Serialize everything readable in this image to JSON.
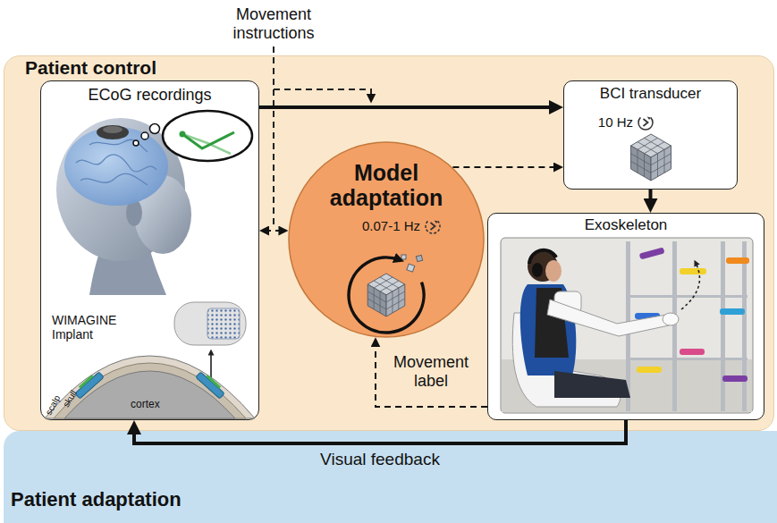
{
  "diagram": {
    "nodes": [
      {
        "text": [
          "Patient control"
        ]
      },
      {
        "text": [
          "ECoG recordings"
        ],
        "in": 0
      },
      {
        "text": [
          "Model adaptation",
          "0.07-1 Hz"
        ],
        "in": 0
      },
      {
        "text": [
          "BCI transducer",
          "10 Hz"
        ],
        "in": 0
      },
      {
        "text": [
          "Exoskeleton"
        ],
        "in": 0
      },
      {
        "text": [
          "Patient adaptation"
        ]
      }
    ],
    "edges": [
      {
        "from": 1,
        "to": 3,
        "arrow": "to"
      },
      {
        "from": 1,
        "to": 2,
        "arrow": "both"
      },
      {
        "from": 2,
        "to": 3,
        "arrow": "to"
      },
      {
        "from": 3,
        "to": 4,
        "arrow": "to"
      },
      {
        "from": 4,
        "to": 2,
        "label": "Movement label",
        "arrow": "to"
      },
      {
        "from": 4,
        "to": 1,
        "label": "Visual feedback",
        "arrow": "to"
      }
    ],
    "labels": [
      "Movement instructions",
      "WIMAGINE Implant",
      "scalp",
      "skull",
      "cortex"
    ]
  }
}
